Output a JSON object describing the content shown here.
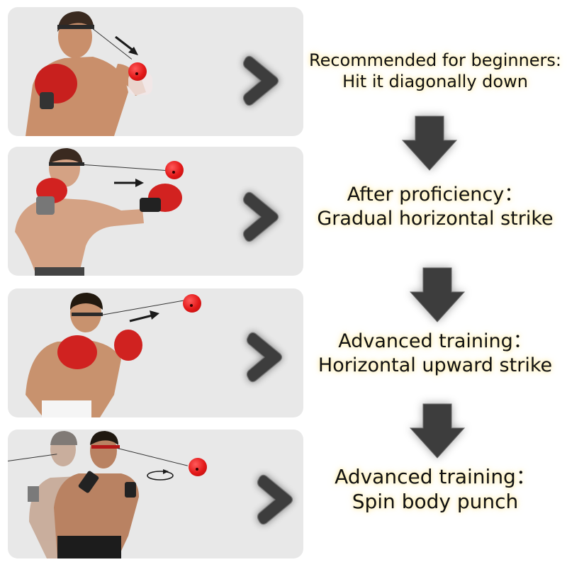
{
  "steps": [
    {
      "level": "Recommended for beginners:",
      "technique": "Hit it diagonally down",
      "illustration": "boxer-diagonal-down-strike",
      "direction_arrow": "arrow-down-right"
    },
    {
      "level": "After proficiency：",
      "technique": "Gradual horizontal strike",
      "illustration": "boxer-horizontal-strike",
      "direction_arrow": "arrow-right"
    },
    {
      "level": "Advanced training：",
      "technique": "Horizontal upward strike",
      "illustration": "boxer-horizontal-upward-strike",
      "direction_arrow": "arrow-up-right"
    },
    {
      "level": "Advanced training：",
      "technique": "Spin body punch",
      "illustration": "boxer-spin-body-punch",
      "direction_arrow": "rotate-arrow"
    }
  ],
  "colors": {
    "panel_bg": "#e8e8e8",
    "icon_dark": "#3d3d3d",
    "ball_red": "#e21818",
    "glove_red": "#c8201e",
    "text": "#111111",
    "text_glow": "#ffec96"
  }
}
